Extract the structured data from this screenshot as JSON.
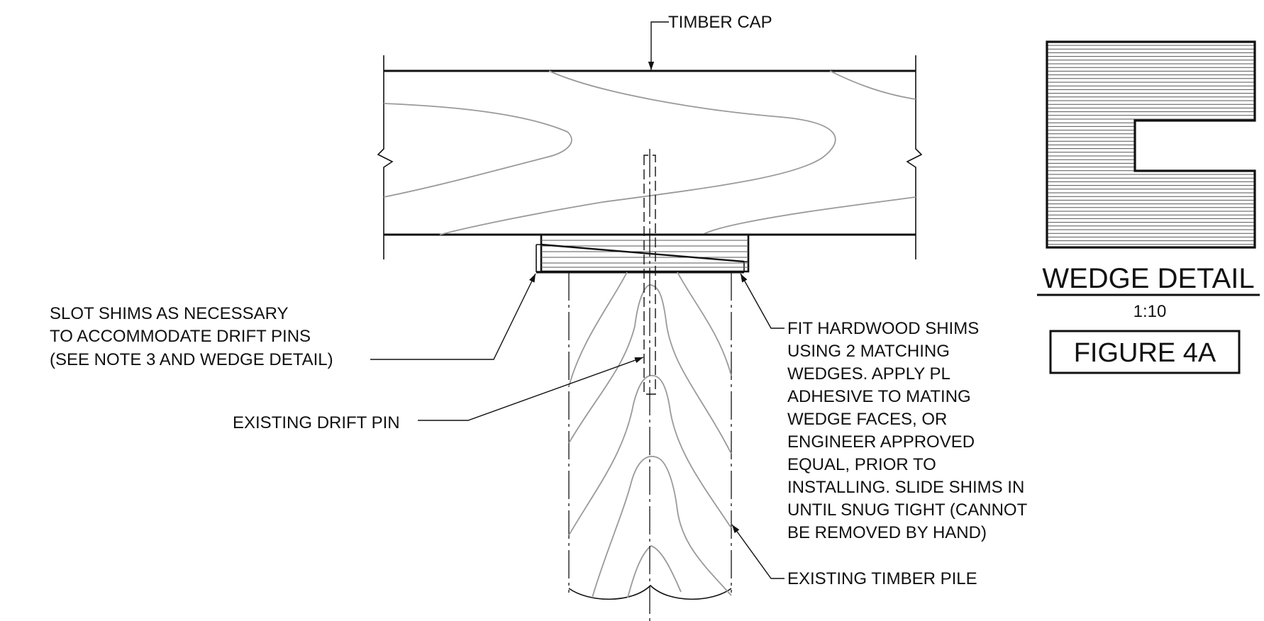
{
  "labels": {
    "timber_cap": "TIMBER CAP",
    "slot_shims": [
      "SLOT SHIMS AS NECESSARY",
      "TO ACCOMMODATE DRIFT PINS",
      "(SEE NOTE 3 AND WEDGE DETAIL)"
    ],
    "existing_drift_pin": "EXISTING DRIFT PIN",
    "fit_shims": [
      "FIT HARDWOOD SHIMS",
      "USING 2 MATCHING",
      "WEDGES. APPLY PL",
      "ADHESIVE TO MATING",
      "WEDGE FACES,  OR",
      "ENGINEER APPROVED",
      "EQUAL, PRIOR TO",
      "INSTALLING. SLIDE SHIMS IN",
      "UNTIL SNUG TIGHT (CANNOT",
      "BE REMOVED BY HAND)"
    ],
    "existing_timber_pile": "EXISTING TIMBER PILE"
  },
  "wedge_detail": {
    "title": "WEDGE DETAIL",
    "scale": "1:10",
    "figure": "FIGURE 4A"
  },
  "colors": {
    "line": "#111111",
    "grain": "#9a9a9a",
    "background": "#ffffff"
  }
}
